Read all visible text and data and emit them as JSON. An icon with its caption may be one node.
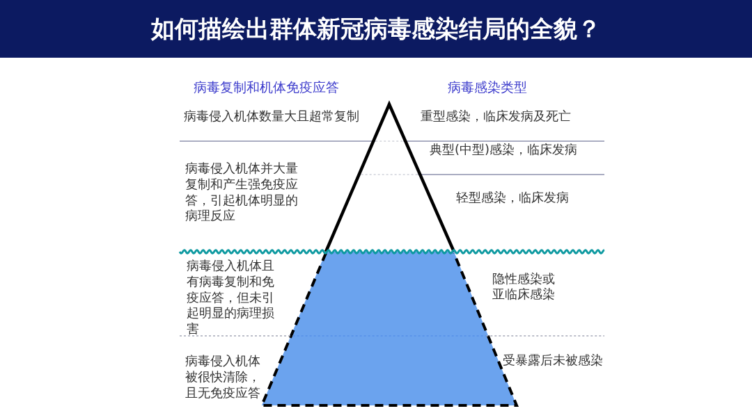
{
  "diagram": {
    "title": "如何描绘出群体新冠病毒感染结局的全貌？",
    "labels": [
      "病毒复制和机体免疫应答",
      "病毒感染类型",
      "病毒侵入机体数量大且超常复制",
      "重型感染，临床发病及死亡",
      "典型(中型)感染，临床发病",
      "病毒侵入机体并大量复制和产生强免疫应答，引起机体明显的病理反应",
      "轻型感染，临床发病",
      "病毒侵入机体且有病毒复制和免疫应答，但未引起明显的病理损害",
      "隐性感染或亚临床感染",
      "病毒侵入机体被很快清除，且无免疫应答",
      "受暴露后未被感染"
    ]
  }
}
